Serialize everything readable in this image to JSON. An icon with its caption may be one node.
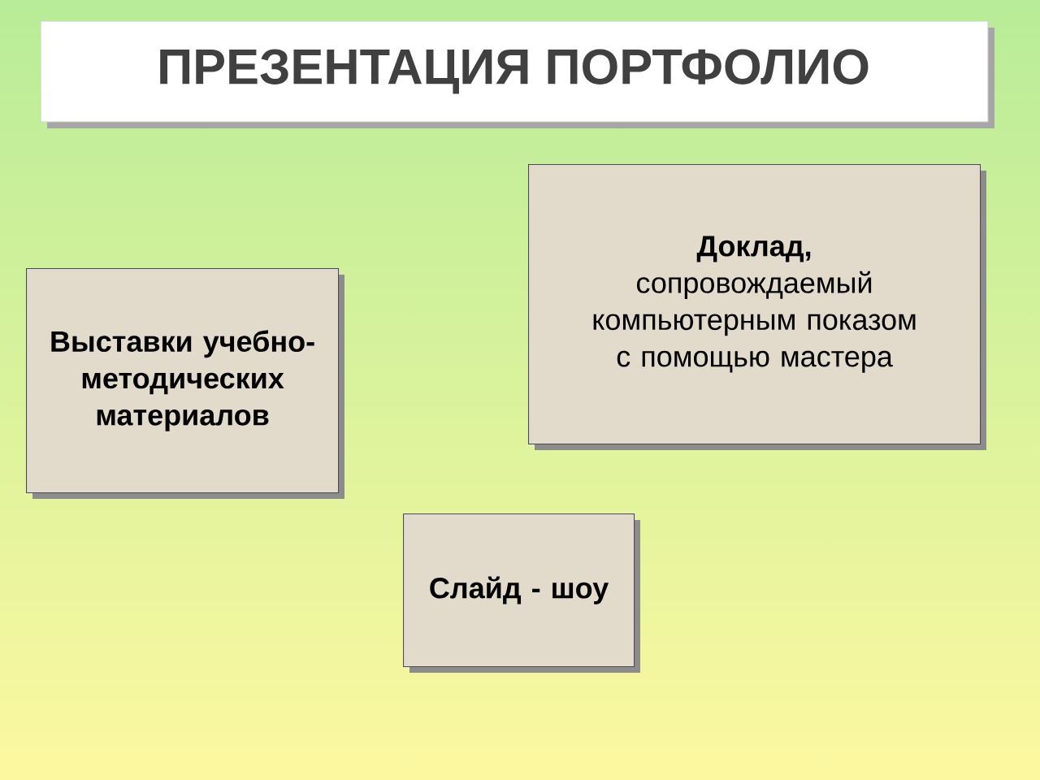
{
  "diagram": {
    "title": "ПРЕЗЕНТАЦИЯ ПОРТФОЛИО",
    "nodes": [
      {
        "text": [
          "Выставки учебно-методических материалов"
        ]
      },
      {
        "text": [
          "Доклад,",
          "сопровождаемый компьютерным показом с помощью мастера"
        ]
      },
      {
        "text": [
          "Слайд - шоу"
        ]
      }
    ]
  }
}
